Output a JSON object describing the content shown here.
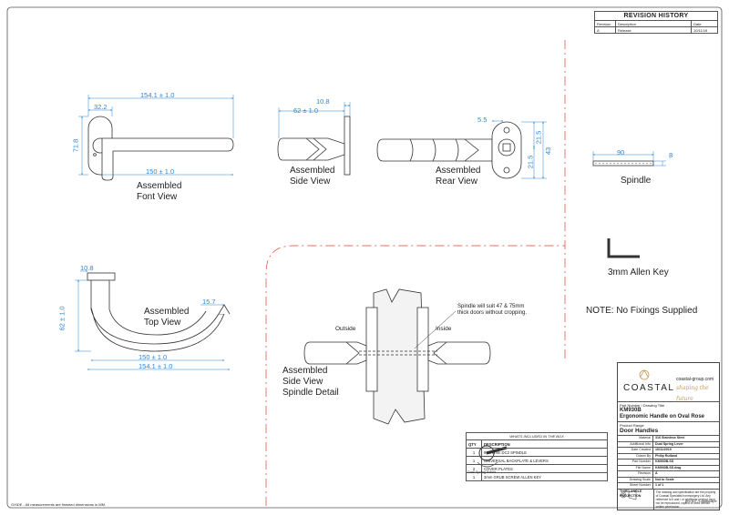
{
  "revision": {
    "title": "REVISION HISTORY",
    "headers": [
      "Revision",
      "Description",
      "Date"
    ],
    "rows": [
      [
        "A",
        "Release",
        "10/11/19"
      ]
    ]
  },
  "views": {
    "front": "Assembled\nFont View",
    "side": "Assembled\nSide View",
    "rear": "Assembled\nRear View",
    "spindle": "Spindle",
    "allen": "3mm Allen Key",
    "top": "Assembled\nTop View",
    "detail": "Assembled\nSide View\nSpindle Detail"
  },
  "dims": {
    "front_width": "154.1 ± 1.0",
    "front_offset": "32.2",
    "front_height": "71.8",
    "front_inner": "150 ± 1.0",
    "side_rose": "10.8",
    "side_depth": "62 ± 1.0",
    "rear_a": "5.5",
    "rear_b": "21.5",
    "rear_c": "43",
    "rear_d": "21.5",
    "spindle_len": "90",
    "spindle_sq": "8",
    "top_rose": "10.8",
    "top_depth": "62 ± 1.0",
    "top_tip": "15.7",
    "top_inner": "150 ± 1.0",
    "top_outer": "154.1 ± 1.0"
  },
  "notes": {
    "no_fixings": "NOTE: No Fixings Supplied",
    "spindle_note": "Spindle will suit 47 & 75mm\nthick doors without cropping.",
    "outside": "Outside",
    "inside": "Inside",
    "footer": "OXIDE - All measurements are finished dimensions in MM.",
    "sheet_size": "pro A3 - Landscape"
  },
  "inbox": {
    "title": "WHATS INCLUDED IN THE BOX",
    "headers": [
      "QTY",
      "DESCRIPTION"
    ],
    "rows": [
      [
        "1",
        "90 x 8mm DC2 SPINDLE"
      ],
      [
        "1",
        "UNIVERSAL BACKPLATE & LEVERS"
      ],
      [
        "2",
        "COVER PLATES"
      ],
      [
        "1",
        "3mm GRUB SCREW ALLEN KEY"
      ]
    ],
    "icon_caption": "Dual Spring Action"
  },
  "titleblock": {
    "brand": "COASTAL",
    "website": "coastal-group.com",
    "tagline": "shaping the future",
    "part_label": "Part Number / Drawing Title",
    "part_no": "KM930B",
    "part_title": "Ergonomic Handle on Oval Rose",
    "range_label": "Product Range",
    "range": "Door Handles",
    "fields": [
      [
        "Material",
        "316 Stainless Steel"
      ],
      [
        "Additional Info",
        "Dual Spring Lever"
      ],
      [
        "Date Created",
        "10/11/2019"
      ],
      [
        "Drawn By",
        "Philip Rutland"
      ],
      [
        "Part Number",
        "KM930B-SS"
      ],
      [
        "File Name",
        "KM930B-SS.dwg"
      ],
      [
        "Revision",
        "A"
      ],
      [
        "Drawing Scale",
        "Not to Scale"
      ],
      [
        "Sheet Number",
        "1 of 1"
      ]
    ],
    "projection": "THIRD ANGLE PROJECTION",
    "disclaimer": "The drawing and specification are the property of Coastal Specialist Ironmongery Ltd. Any reference to it and / or additional printout must not be reproduced, copied or used without written permission."
  },
  "colors": {
    "dim": "#2d86d6",
    "red": "#e23c2e",
    "line": "#333333"
  }
}
